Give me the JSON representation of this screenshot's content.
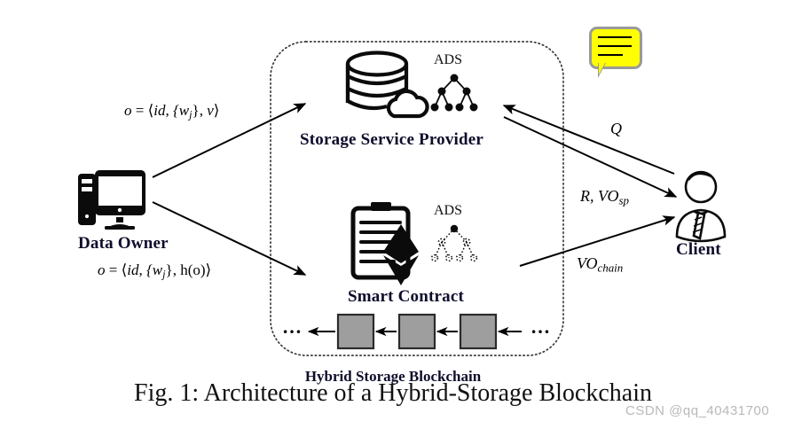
{
  "figure": {
    "caption": "Fig. 1: Architecture of a Hybrid-Storage Blockchain",
    "watermark": "CSDN @qq_40431700"
  },
  "container": {
    "label": "Hybrid Storage Blockchain",
    "border_style": "dotted-rounded-rect",
    "color": "#333333"
  },
  "actors": {
    "data_owner": {
      "label": "Data Owner",
      "icon": "desktop-computer-icon"
    },
    "storage_service_provider": {
      "label": "Storage Service Provider",
      "icon": "database-cloud-icon",
      "ads_label": "ADS"
    },
    "smart_contract": {
      "label": "Smart Contract",
      "icon": "clipboard-ethereum-icon",
      "ads_label": "ADS"
    },
    "client": {
      "label": "Client",
      "icon": "person-user-icon",
      "bubble": "speech-bubble-icon"
    }
  },
  "edges": {
    "owner_to_ssp": "o = ⟨id, {wⱼ}, v⟩",
    "owner_to_sc": "o = ⟨id, {wⱼ}, h(o)⟩",
    "client_query": "Q",
    "ssp_response": "R, VO",
    "ssp_response_sub": "sp",
    "chain_response": "VO",
    "chain_response_sub": "chain"
  },
  "formulas": {
    "o1": {
      "lhs": "o",
      "eq": "=",
      "open": "⟨",
      "id": "id",
      "sep1": ",",
      "set": "{w",
      "setsub": "j",
      "setclose": "}",
      "sep2": ",",
      "tail": "v",
      "close": "⟩"
    },
    "o2": {
      "lhs": "o",
      "eq": "=",
      "open": "⟨",
      "id": "id",
      "sep1": ",",
      "set": "{w",
      "setsub": "j",
      "setclose": "}",
      "sep2": ",",
      "tail": "h(o)",
      "close": "⟩"
    }
  },
  "blockchain": {
    "left_ellipsis": "…",
    "right_ellipsis": "…",
    "block_count": 3,
    "block_fill": "#9e9e9e",
    "block_stroke": "#2b2b2b"
  },
  "ads_tree_solid": {
    "levels": 3,
    "leaves": 4,
    "node_style": "filled"
  },
  "ads_tree_dotted": {
    "levels": 3,
    "leaves": 4,
    "node_style": "dotted-outline",
    "root_style": "filled"
  }
}
